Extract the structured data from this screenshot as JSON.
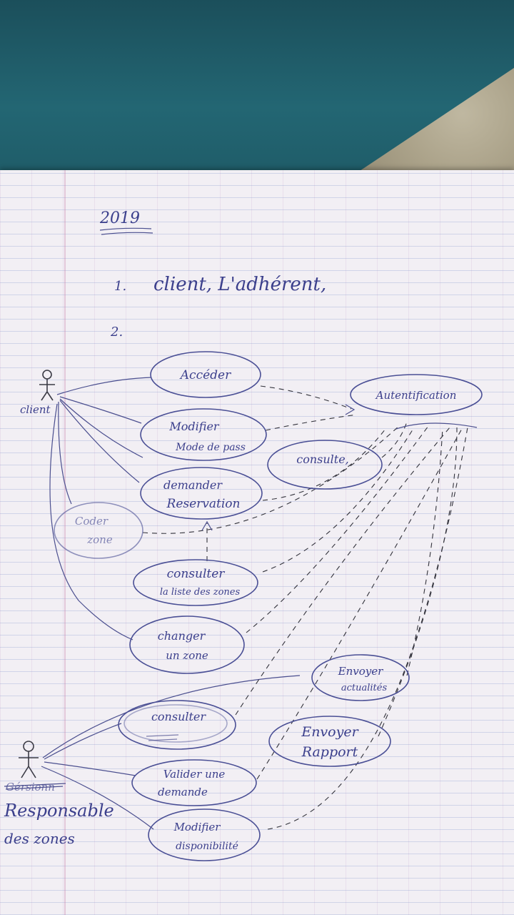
{
  "page": {
    "year": "2019",
    "item1_number": "1.",
    "item1_text": "client, L'adhérent,",
    "item2_number": "2."
  },
  "actors": {
    "client": "client",
    "responsable_line1": "Responsable",
    "responsable_line2": "des zones",
    "crossed_word": "Gérsionn"
  },
  "use_cases": {
    "acceder": [
      "Accéder"
    ],
    "authentification": [
      "Autentification"
    ],
    "modifier_mdp": [
      "Modifier",
      "Mode de pass"
    ],
    "consulte": [
      "consulte,"
    ],
    "demander_reservation": [
      "demander",
      "Reservation"
    ],
    "coder_zone": [
      "Coder",
      "zone"
    ],
    "consulter_liste": [
      "consulter",
      "la liste des zones"
    ],
    "changer_zone": [
      "changer",
      "un zone"
    ],
    "envoyer_actualites": [
      "Envoyer",
      "actualités"
    ],
    "consulter_resp": [
      "consulter"
    ],
    "envoyer_rapport": [
      "Envoyer",
      "Rapport"
    ],
    "valider_demande": [
      "Valider une",
      "demande"
    ],
    "modifier_disponibilite": [
      "Modifier",
      "disponibilité"
    ]
  },
  "colors": {
    "ink": "#3b3f8c",
    "pencil": "#33333c",
    "paper": "#f2eff4",
    "backdrop": "#1f5560"
  }
}
